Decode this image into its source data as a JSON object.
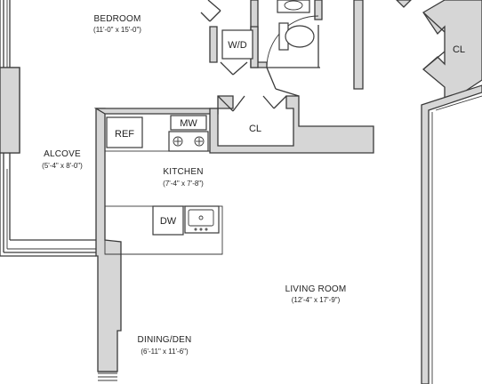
{
  "rooms": {
    "bedroom": {
      "name": "BEDROOM",
      "dims": "(11'-0\" x 15'-0\")"
    },
    "alcove": {
      "name": "ALCOVE",
      "dims": "(5'-4\" x 8'-0\")"
    },
    "kitchen": {
      "name": "KITCHEN",
      "dims": "(7'-4\" x 7'-8\")"
    },
    "living_room": {
      "name": "LIVING ROOM",
      "dims": "(12'-4\" x 17'-9\")"
    },
    "dining_den": {
      "name": "DINING/DEN",
      "dims": "(6'-11\" x 11'-6\")"
    }
  },
  "fixtures": {
    "washer_dryer": "W/D",
    "closet_center": "CL",
    "closet_right": "CL",
    "refrigerator": "REF",
    "microwave": "MW",
    "dishwasher": "DW"
  }
}
